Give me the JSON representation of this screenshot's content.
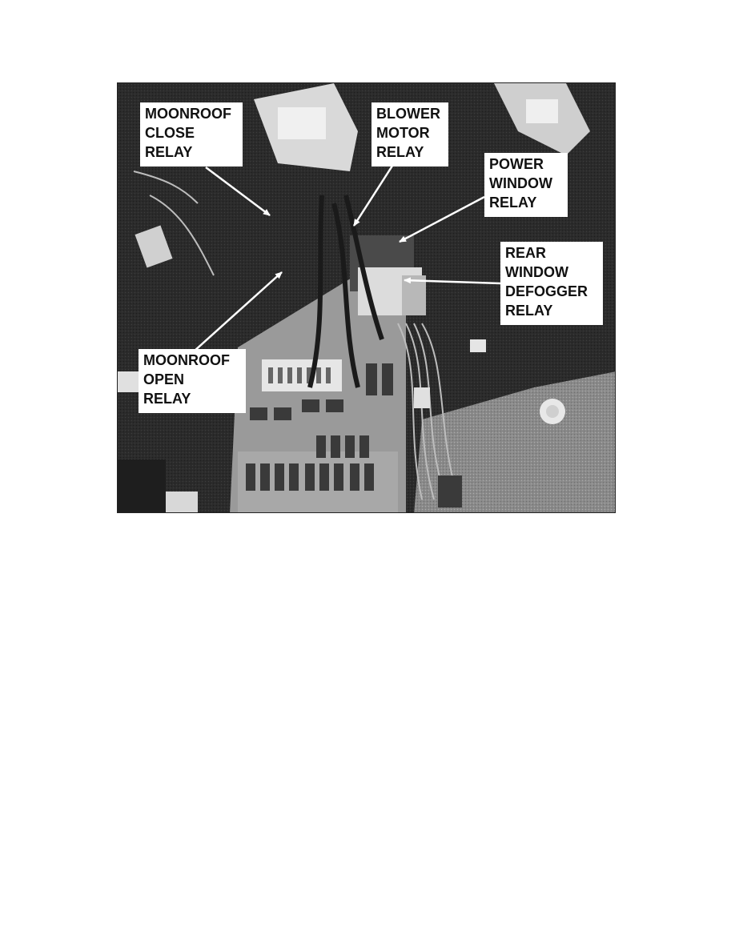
{
  "figure": {
    "callouts": [
      {
        "id": "moonroof-close",
        "lines": [
          "MOONROOF",
          "CLOSE",
          "RELAY"
        ]
      },
      {
        "id": "blower-motor",
        "lines": [
          "BLOWER",
          "MOTOR",
          "RELAY"
        ]
      },
      {
        "id": "power-window",
        "lines": [
          "POWER",
          "WINDOW",
          "RELAY"
        ]
      },
      {
        "id": "rear-window-defogger",
        "lines": [
          "REAR",
          "WINDOW",
          "DEFOGGER",
          "RELAY"
        ]
      },
      {
        "id": "moonroof-open",
        "lines": [
          "MOONROOF",
          "OPEN",
          "RELAY"
        ]
      }
    ]
  },
  "colors": {
    "photo_dark": "#2a2a2a",
    "photo_mid": "#8c8c8c",
    "photo_light": "#d6d6d6",
    "label_bg": "#ffffff",
    "label_text": "#111111"
  }
}
